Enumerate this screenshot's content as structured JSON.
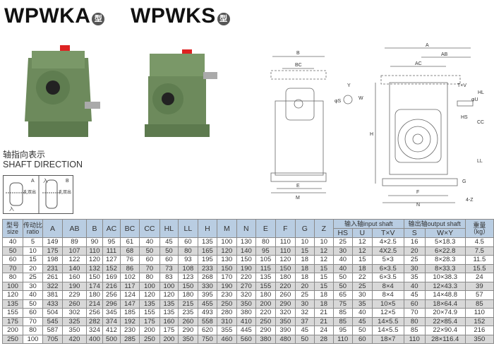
{
  "titles": {
    "a": "WPWKA",
    "b": "WPWKS",
    "suffix": "型"
  },
  "shaft_direction": {
    "cn": "轴指向表示",
    "en": "SHAFT DIRECTION",
    "a": "A",
    "b": "B",
    "in": "入",
    "out": "孔双出"
  },
  "diagram_labels": {
    "B": "B",
    "BC": "BC",
    "E": "E",
    "M": "M",
    "Y": "Y",
    "W": "W",
    "phiS": "φS",
    "A": "A",
    "AB": "AB",
    "AC": "AC",
    "TV": "T×V",
    "HL": "HL",
    "phiU": "φU",
    "HS": "HS",
    "CC": "CC",
    "H": "H",
    "LL": "LL",
    "G": "G",
    "F": "F",
    "N": "N",
    "Z": "4-Z"
  },
  "table": {
    "head1": {
      "size": [
        "型号",
        "size"
      ],
      "ratio": [
        "传动比",
        "ratio"
      ],
      "cols": [
        "A",
        "AB",
        "B",
        "AC",
        "BC",
        "CC",
        "HL",
        "LL",
        "H",
        "M",
        "N",
        "E",
        "F",
        "G",
        "Z"
      ],
      "input": "输入轴input shaft",
      "output": "输出轴output shaft",
      "weight": [
        "重量",
        "（kg）"
      ]
    },
    "input_cols": [
      "HS",
      "U",
      "T×V"
    ],
    "output_cols": [
      "S",
      "W×Y"
    ],
    "rows": [
      [
        "40",
        "5",
        "149",
        "89",
        "90",
        "95",
        "61",
        "40",
        "45",
        "60",
        "135",
        "100",
        "130",
        "80",
        "110",
        "10",
        "10",
        "25",
        "12",
        "4×2.5",
        "16",
        "5×18.3",
        "4.5"
      ],
      [
        "50",
        "10",
        "175",
        "107",
        "110",
        "111",
        "68",
        "50",
        "50",
        "80",
        "165",
        "120",
        "140",
        "95",
        "110",
        "15",
        "12",
        "30",
        "12",
        "4X2.5",
        "20",
        "6×22.8",
        "7.5"
      ],
      [
        "60",
        "15",
        "198",
        "122",
        "120",
        "127",
        "76",
        "60",
        "60",
        "93",
        "195",
        "130",
        "150",
        "105",
        "120",
        "18",
        "12",
        "40",
        "15",
        "5×3",
        "25",
        "8×28.3",
        "11.5"
      ],
      [
        "70",
        "20",
        "231",
        "140",
        "132",
        "152",
        "86",
        "70",
        "73",
        "108",
        "233",
        "150",
        "190",
        "115",
        "150",
        "18",
        "15",
        "40",
        "18",
        "6×3.5",
        "30",
        "8×33.3",
        "15.5"
      ],
      [
        "80",
        "25",
        "261",
        "160",
        "150",
        "169",
        "102",
        "80",
        "83",
        "123",
        "268",
        "170",
        "220",
        "135",
        "180",
        "18",
        "15",
        "50",
        "22",
        "6×3.5",
        "35",
        "10×38.3",
        "24"
      ],
      [
        "100",
        "30",
        "322",
        "190",
        "174",
        "216",
        "117",
        "100",
        "100",
        "150",
        "330",
        "190",
        "270",
        "155",
        "220",
        "20",
        "15",
        "50",
        "25",
        "8×4",
        "40",
        "12×43.3",
        "39"
      ],
      [
        "120",
        "40",
        "381",
        "229",
        "180",
        "256",
        "124",
        "120",
        "120",
        "180",
        "395",
        "230",
        "320",
        "180",
        "260",
        "25",
        "18",
        "65",
        "30",
        "8×4",
        "45",
        "14×48.8",
        "57"
      ],
      [
        "135",
        "50",
        "433",
        "260",
        "214",
        "296",
        "147",
        "135",
        "135",
        "215",
        "455",
        "250",
        "350",
        "200",
        "290",
        "30",
        "18",
        "75",
        "35",
        "10×5",
        "60",
        "18×64.4",
        "85"
      ],
      [
        "155",
        "60",
        "504",
        "302",
        "256",
        "345",
        "185",
        "155",
        "135",
        "235",
        "493",
        "280",
        "380",
        "220",
        "320",
        "32",
        "21",
        "85",
        "40",
        "12×5",
        "70",
        "20×74.9",
        "110"
      ],
      [
        "175",
        "70",
        "545",
        "325",
        "282",
        "374",
        "192",
        "175",
        "160",
        "260",
        "558",
        "310",
        "410",
        "250",
        "350",
        "37",
        "21",
        "85",
        "45",
        "14×5.5",
        "80",
        "22×85.4",
        "152"
      ],
      [
        "200",
        "80",
        "587",
        "350",
        "324",
        "412",
        "230",
        "200",
        "175",
        "290",
        "620",
        "355",
        "445",
        "290",
        "390",
        "45",
        "24",
        "95",
        "50",
        "14×5.5",
        "85",
        "22×90.4",
        "216"
      ],
      [
        "250",
        "100",
        "705",
        "420",
        "400",
        "500",
        "285",
        "250",
        "200",
        "350",
        "750",
        "460",
        "560",
        "380",
        "480",
        "50",
        "28",
        "110",
        "60",
        "18×7",
        "110",
        "28×116.4",
        "350"
      ]
    ]
  }
}
